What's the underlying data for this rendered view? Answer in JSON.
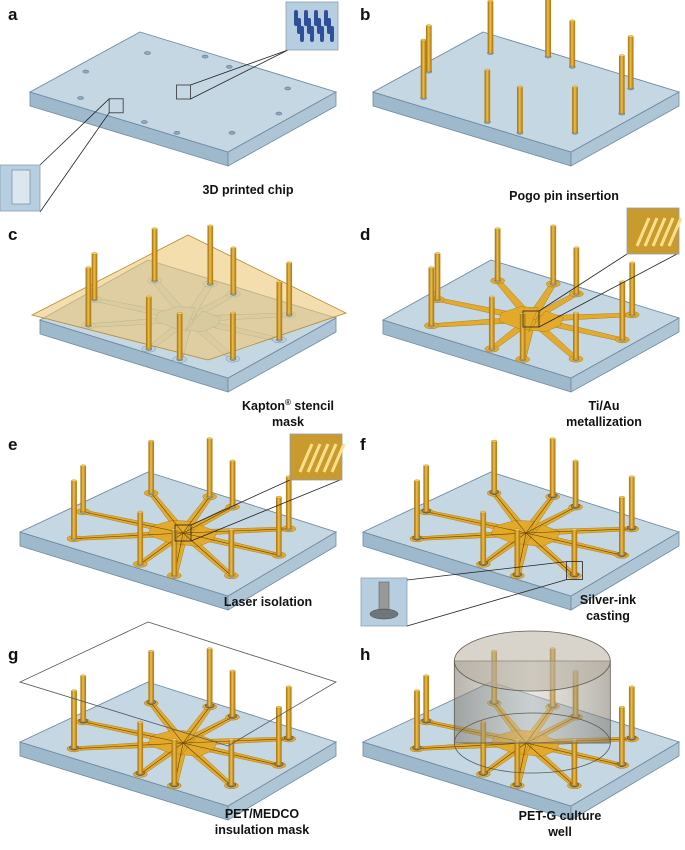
{
  "panels": [
    {
      "letter": "a",
      "caption": [
        "3D printed chip"
      ]
    },
    {
      "letter": "b",
      "caption": [
        "Pogo pin insertion"
      ]
    },
    {
      "letter": "c",
      "caption": [
        "Kapton",
        "stencil",
        "mask"
      ],
      "caption_sup": "®"
    },
    {
      "letter": "d",
      "caption": [
        "Ti/Au",
        "metallization"
      ]
    },
    {
      "letter": "e",
      "caption": [
        "Laser isolation"
      ]
    },
    {
      "letter": "f",
      "caption": [
        "Silver-ink",
        "casting"
      ]
    },
    {
      "letter": "g",
      "caption": [
        "PET/MEDCO",
        "insulation mask"
      ]
    },
    {
      "letter": "h",
      "caption": [
        "PET-G culture",
        "well"
      ]
    }
  ],
  "colors": {
    "chip_top": "#c3d5e3",
    "chip_side": "#9eb8cc",
    "chip_edge": "#6f8aa0",
    "gold": "#e3a928",
    "gold_dark": "#b57d10",
    "kapton": "#efc876",
    "inset_bg": "#b7cde0",
    "electrode_blue": "#2f4f9a"
  },
  "icons": [
    "pogo-pin-icon",
    "zoom-inset-icon"
  ]
}
